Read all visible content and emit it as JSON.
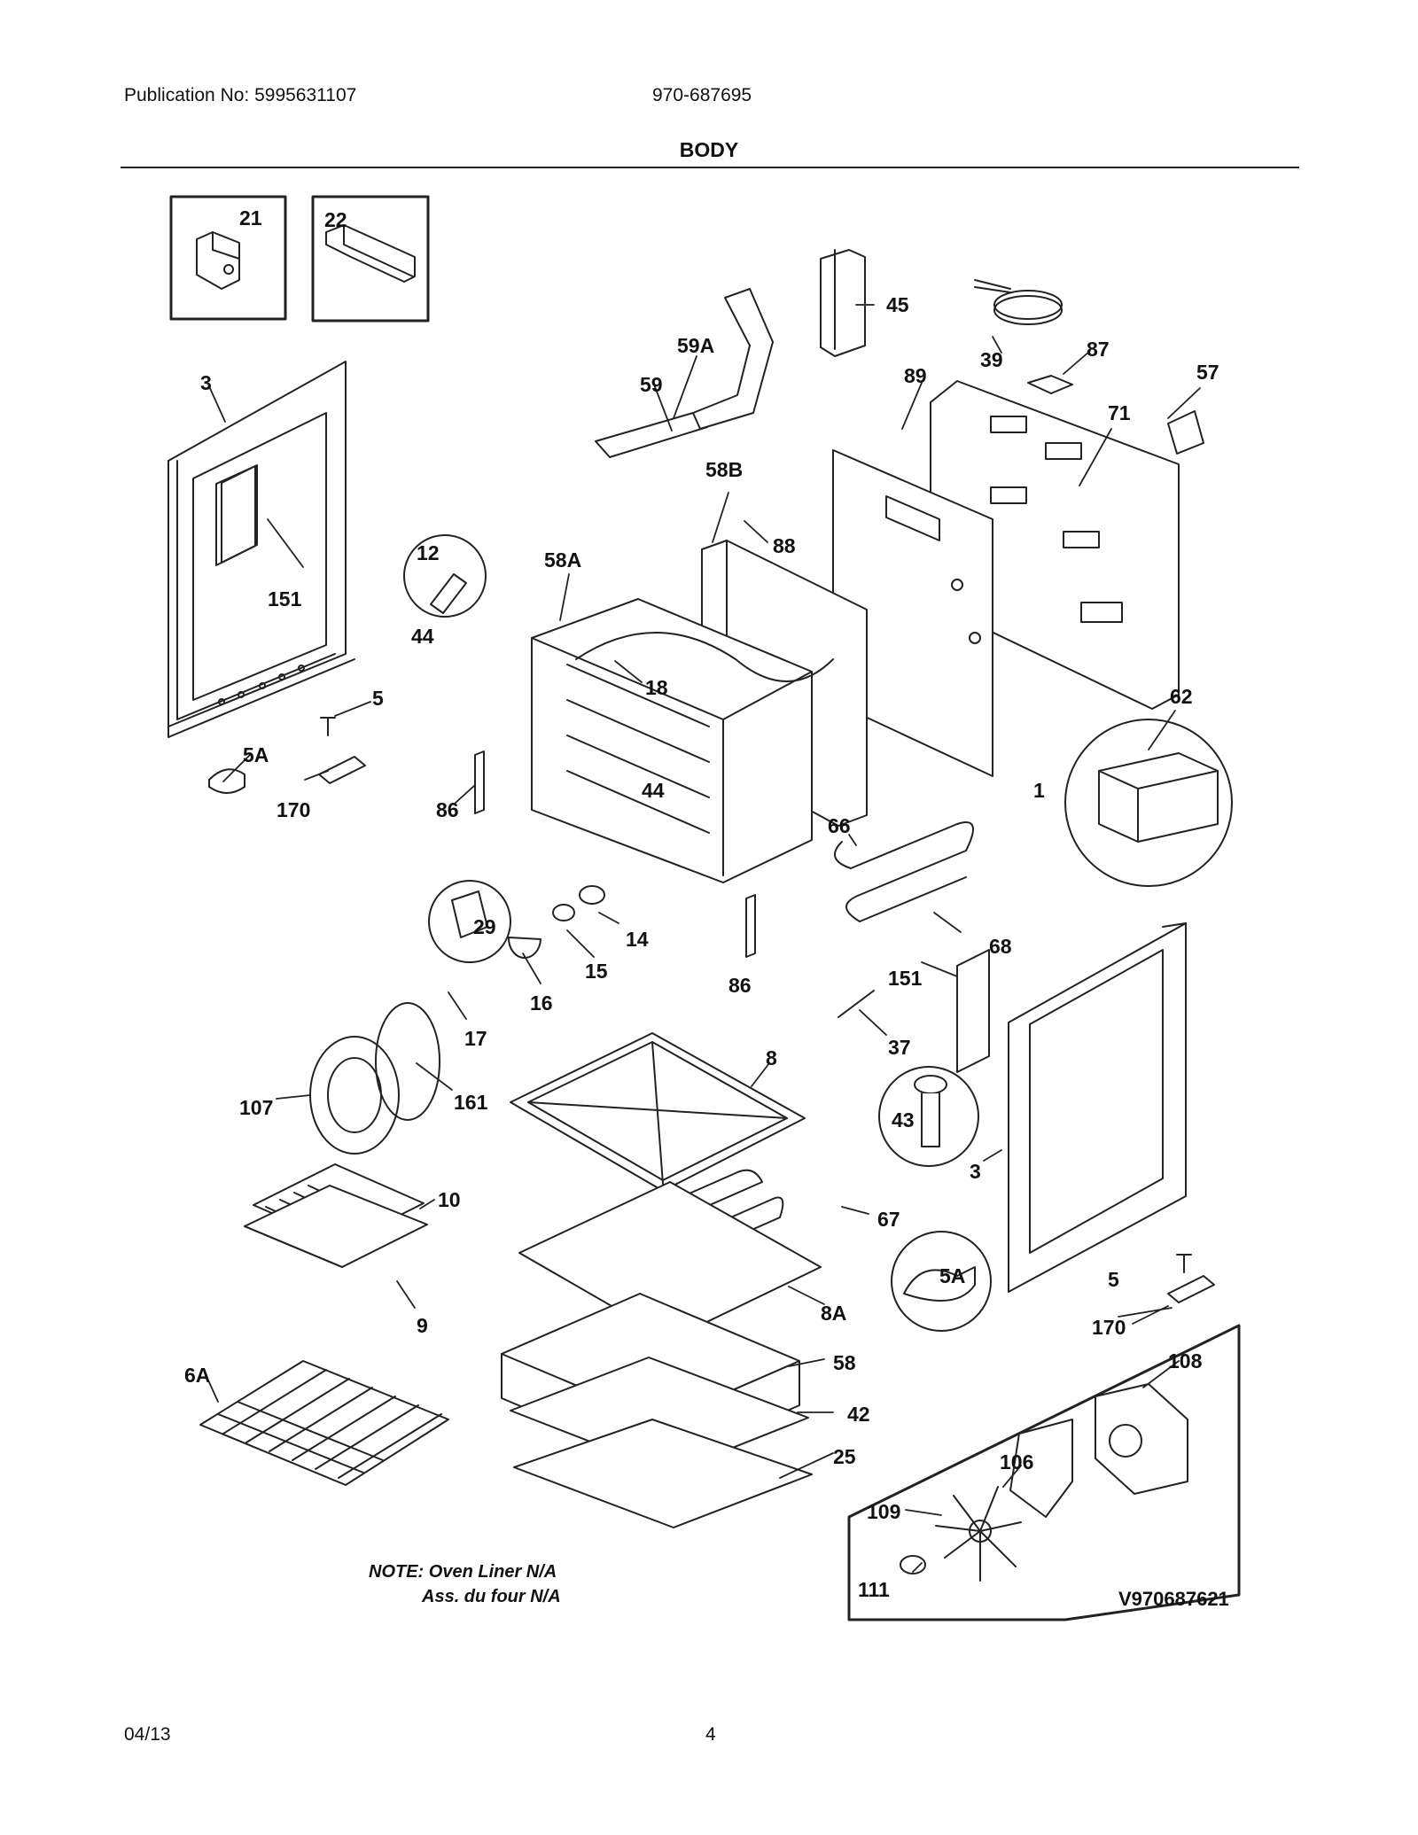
{
  "header": {
    "publication": "Publication No: 5995631107",
    "model": "970-687695",
    "title": "BODY"
  },
  "callouts": {
    "p21": "21",
    "p22": "22",
    "p45": "45",
    "p39": "39",
    "p87": "87",
    "p57": "57",
    "p59A": "59A",
    "p59": "59",
    "p89": "89",
    "p71": "71",
    "p3a": "3",
    "p58B": "58B",
    "p88": "88",
    "p12": "12",
    "p58A": "58A",
    "p151a": "151",
    "p44a": "44",
    "p18": "18",
    "p5a": "5",
    "p5Aa": "5A",
    "p170a": "170",
    "p86a": "86",
    "p44b": "44",
    "p62": "62",
    "p1": "1",
    "p66": "66",
    "p29": "29",
    "p14": "14",
    "p15": "15",
    "p68": "68",
    "p16": "16",
    "p86b": "86",
    "p151b": "151",
    "p17": "17",
    "p37": "37",
    "p8": "8",
    "p107": "107",
    "p161": "161",
    "p43": "43",
    "p3b": "3",
    "p10": "10",
    "p67": "67",
    "p5Ab": "5A",
    "p9": "9",
    "p8A": "8A",
    "p5b": "5",
    "p170b": "170",
    "p108": "108",
    "p6A": "6A",
    "p58": "58",
    "p42": "42",
    "p106": "106",
    "p25": "25",
    "p109": "109",
    "p111": "111"
  },
  "note": {
    "line1": "NOTE: Oven Liner N/A",
    "line2": "Ass. du four N/A"
  },
  "diagram_code": "V970687621",
  "footer": {
    "date": "04/13",
    "page": "4"
  }
}
